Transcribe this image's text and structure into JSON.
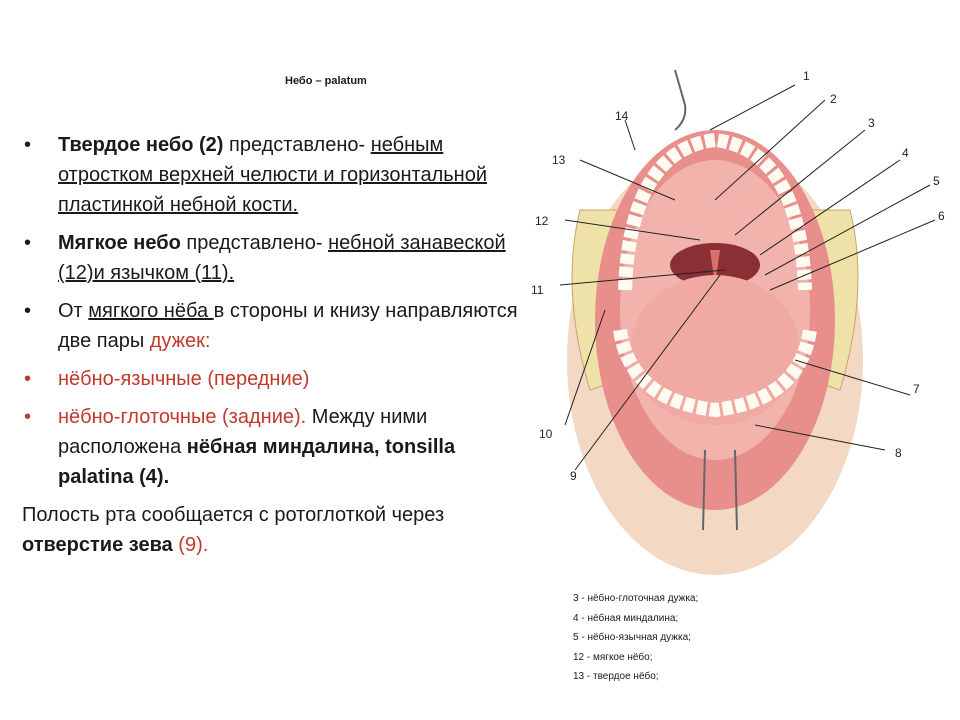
{
  "slide": {
    "title": "Небо – palatum"
  },
  "bullets": [
    {
      "parts": [
        {
          "text": "Твердое небо (2)",
          "style": "b"
        },
        {
          "text": " представлено- ",
          "style": ""
        },
        {
          "text": "небным отростком верхней  челюсти и горизонтальной пластинкой небной кости.",
          "style": "u"
        }
      ]
    },
    {
      "parts": [
        {
          "text": "Мягкое небо",
          "style": "b"
        },
        {
          "text": "  представлено- ",
          "style": ""
        },
        {
          "text": "небной занавеской  (12)и язычком (11).",
          "style": "u"
        }
      ]
    },
    {
      "parts": [
        {
          "text": "От ",
          "style": ""
        },
        {
          "text": "мягкого нёба ",
          "style": "u"
        },
        {
          "text": "в стороны и книзу направляются две пары ",
          "style": ""
        },
        {
          "text": "дужек:",
          "style": "red"
        }
      ]
    },
    {
      "parts": [
        {
          "text": " нёбно-язычные (передние)",
          "style": "red"
        }
      ]
    },
    {
      "parts": [
        {
          "text": "нёбно-глоточные (задние).",
          "style": "red"
        },
        {
          "text": " Между ними расположена ",
          "style": ""
        },
        {
          "text": "нёбная миндалина, tonsilla palatina (4).",
          "style": "b"
        }
      ]
    }
  ],
  "closing": {
    "parts": [
      {
        "text": "Полость рта сообщается с ротоглоткой через  ",
        "style": ""
      },
      {
        "text": "отверстие зева",
        "style": "b"
      },
      {
        "text": " (9).",
        "style": "red"
      }
    ]
  },
  "figure": {
    "labels": [
      "1",
      "2",
      "3",
      "4",
      "5",
      "6",
      "7",
      "8",
      "9",
      "10",
      "11",
      "12",
      "13",
      "14"
    ]
  },
  "legend": [
    "3 - нёбно-глоточная дужка;",
    "4 - нёбная миндалина;",
    "5 - нёбно-язычная дужка;",
    "12 - мягкое нёбо;",
    " 13 - твердое нёбо;"
  ]
}
